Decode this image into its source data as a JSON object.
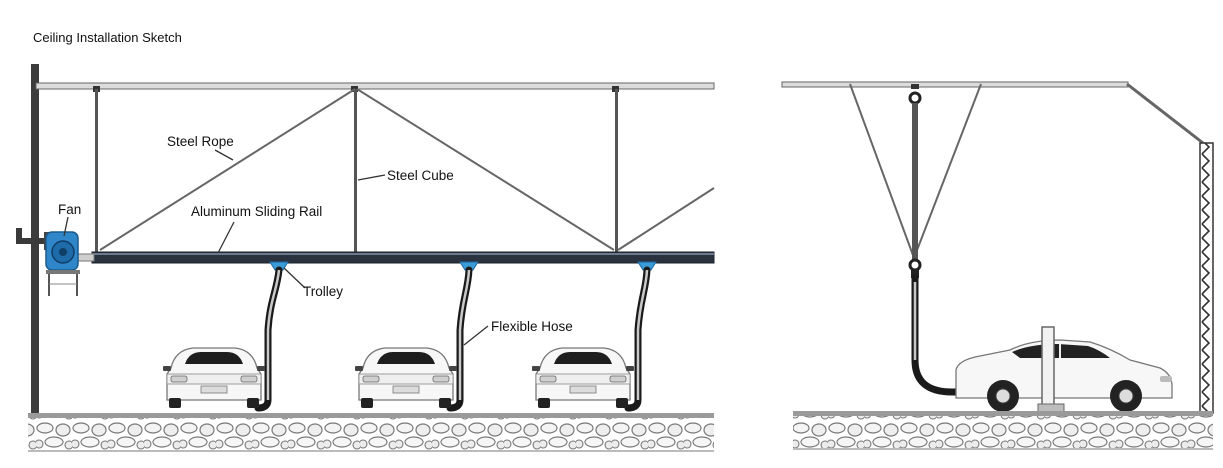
{
  "title": "Ceiling Installation Sketch",
  "labels": {
    "steel_rope": "Steel Rope",
    "steel_cube": "Steel Cube",
    "fan": "Fan",
    "aluminum_sliding_rail": "Aluminum Sliding Rail",
    "trolley": "Trolley",
    "flexible_hose": "Flexible Hose"
  },
  "colors": {
    "structure": "#555555",
    "rail": "#2a3240",
    "fan": "#2f86c8",
    "trolley": "#3a9bd5",
    "hose": "#1a1a1a",
    "ground": "#9a9a9a"
  }
}
